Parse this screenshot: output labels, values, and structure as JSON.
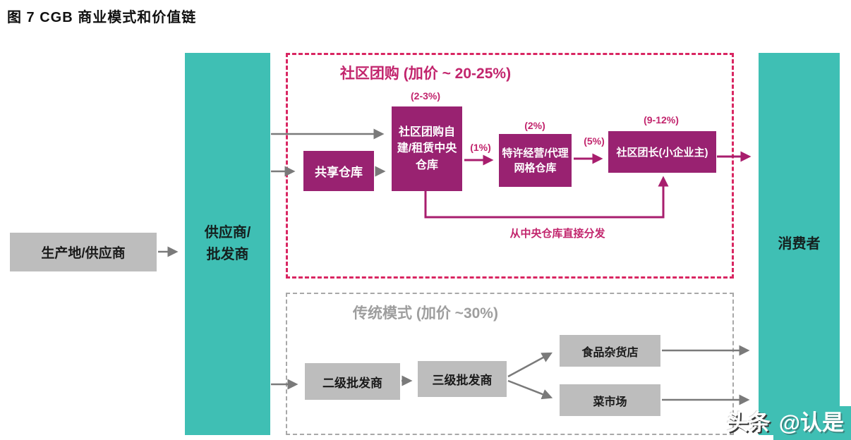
{
  "title": "图 7 CGB 商业模式和价值链",
  "nodes": {
    "producer": "生产地/供应商",
    "supplier_bar": "供应商/\n批发商",
    "consumer_bar": "消费者"
  },
  "cgb": {
    "title": "社区团购 (加价 ~ 20-25%)",
    "shared_warehouse": "共享仓库",
    "central_warehouse": "社区团购自建/租赁中央仓库",
    "central_markup": "(2-3%)",
    "grid_warehouse": "特许经营/代理网格仓库",
    "grid_markup": "(2%)",
    "leader": "社区团长(小企业主)",
    "leader_markup": "(9-12%)",
    "pct_to_grid": "(1%)",
    "pct_to_leader": "(5%)",
    "direct_note": "从中央仓库直接分发"
  },
  "trad": {
    "title": "传统模式 (加价 ~30%)",
    "secondary_wholesaler": "二级批发商",
    "tertiary_wholesaler": "三级批发商",
    "grocery_store": "食品杂货店",
    "wet_market": "菜市场"
  },
  "watermark": {
    "prefix": "头条 ",
    "handle": "@认是"
  },
  "colors": {
    "teal": "#3fbfb4",
    "purple_node": "#992271",
    "magenta_accent": "#c2256d",
    "cgb_border": "#d92662",
    "gray_node": "#bdbdbd",
    "gray_arrow": "#7a7a7a",
    "trad_border": "#a8a8a8"
  }
}
